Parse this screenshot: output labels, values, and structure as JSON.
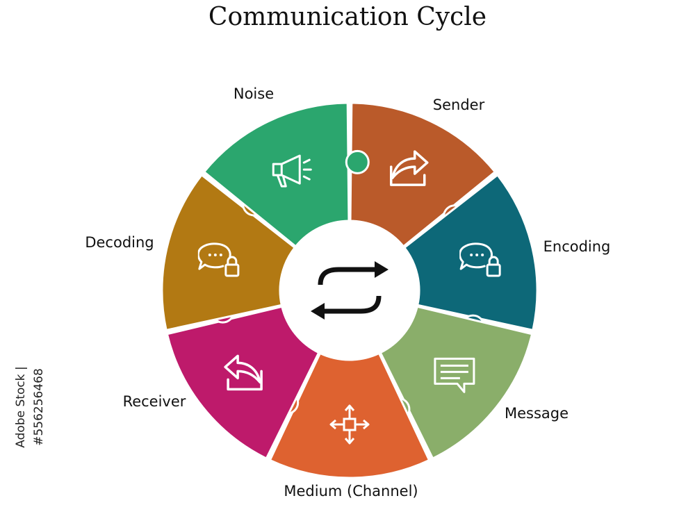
{
  "title": "Communication Cycle",
  "side_id": "Adobe Stock | #556256468",
  "segments": [
    {
      "label": "Sender",
      "icon": "share-icon",
      "color": "#BA5A2A"
    },
    {
      "label": "Encoding",
      "icon": "locked-chat-icon",
      "color": "#0D6878"
    },
    {
      "label": "Message",
      "icon": "message-icon",
      "color": "#8AAE6A"
    },
    {
      "label": "Medium (Channel)",
      "icon": "move-arrows-icon",
      "color": "#DE6230"
    },
    {
      "label": "Receiver",
      "icon": "reply-icon",
      "color": "#BE1A6B"
    },
    {
      "label": "Decoding",
      "icon": "locked-chat-icon",
      "color": "#B27913"
    },
    {
      "label": "Noise",
      "icon": "megaphone-icon",
      "color": "#2BA66E"
    }
  ],
  "center_icon": "cycle-arrows-icon"
}
